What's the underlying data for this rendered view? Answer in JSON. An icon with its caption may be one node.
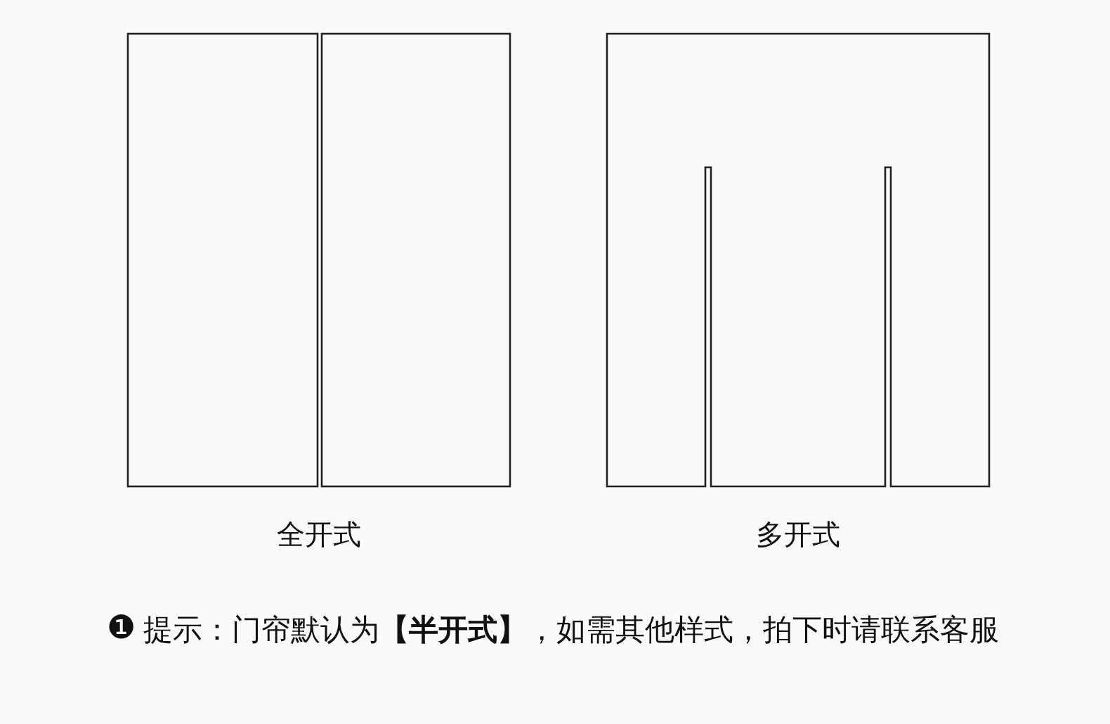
{
  "diagram": {
    "nodes": [
      {
        "text": [],
        "shape": "box"
      },
      {
        "text": [],
        "shape": "box"
      },
      {
        "text": [],
        "shape": "curtain"
      }
    ],
    "labels": [
      "全开式",
      "多开式",
      "❶",
      "提示：门帘默认为**【半开式】**，如需其他样式，拍下时请联系客服"
    ]
  }
}
